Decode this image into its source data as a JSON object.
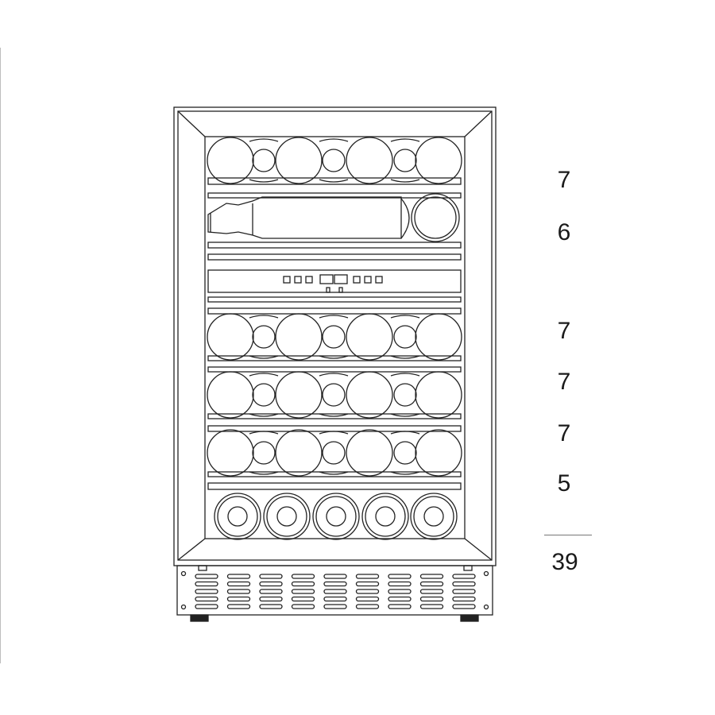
{
  "shelf_counts": [
    "7",
    "6",
    "7",
    "7",
    "7",
    "5"
  ],
  "total": "39",
  "colors": {
    "stroke": "#222222",
    "text": "#1a1a1a",
    "divider": "#777777"
  }
}
